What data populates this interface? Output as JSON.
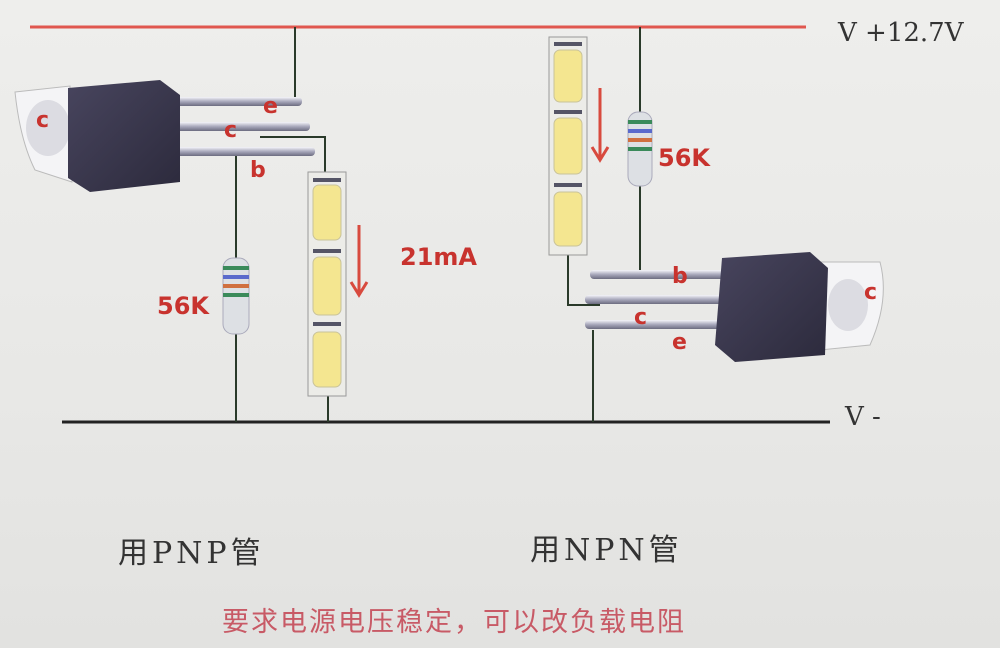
{
  "rails": {
    "positive_label": "V +12.7V",
    "negative_label": "V -"
  },
  "left_circuit": {
    "pins": {
      "tab": "c",
      "e": "e",
      "c": "c",
      "b": "b"
    },
    "resistor_label": "56K",
    "current_label": "21mA",
    "caption": "用PNP管"
  },
  "right_circuit": {
    "pins": {
      "tab": "c",
      "e": "e",
      "c": "c",
      "b": "b"
    },
    "resistor_label": "56K",
    "caption": "用NPN管"
  },
  "note": "要求电源电压稳定，可以改负载电阻",
  "colors": {
    "positive_rail": "#e0574f",
    "wire": "#2a2a2a",
    "transistor": "#3b3850",
    "arrow": "#d84a3e",
    "led": "#f4e690"
  }
}
